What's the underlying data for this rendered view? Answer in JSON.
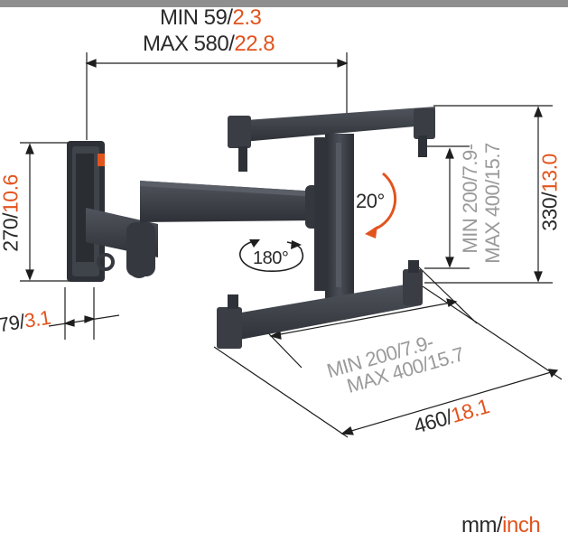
{
  "frame": {
    "topbar_color": "#8f8f8f",
    "accent": "#e2541e",
    "product_color": "#3c3f46",
    "line_color": "#1e1e1e"
  },
  "dims": {
    "top_min": {
      "mm": "MIN 59",
      "sep": "/",
      "inch": "2.3"
    },
    "top_max": {
      "mm": "MAX 580",
      "sep": "/",
      "inch": "22.8"
    },
    "left_height": {
      "mm": "270",
      "sep": "/",
      "inch": "10.6"
    },
    "left_depth": {
      "mm": "79",
      "sep": "/",
      "inch": "3.1"
    },
    "vesa_v_min": {
      "mm": "MIN 200",
      "sep": "/",
      "inch": "7.9-"
    },
    "vesa_v_max": {
      "mm": "MAX 400",
      "sep": "/",
      "inch": "15.7"
    },
    "right_height": {
      "mm": "330",
      "sep": "/",
      "inch": "13.0"
    },
    "vesa_h_min": {
      "mm": "MIN 200",
      "sep": "/",
      "inch": "7.9-"
    },
    "vesa_h_max": {
      "mm": "MAX 400",
      "sep": "/",
      "inch": "15.7"
    },
    "width": {
      "mm": "460",
      "sep": "/",
      "inch": "18.1"
    }
  },
  "rotations": {
    "tilt": {
      "label": "20°",
      "icon": "tilt-arrow-icon"
    },
    "swivel": {
      "label": "180°",
      "icon": "swivel-arrow-icon"
    }
  },
  "units": {
    "mm": "mm",
    "sep": "/",
    "inch": "inch"
  }
}
